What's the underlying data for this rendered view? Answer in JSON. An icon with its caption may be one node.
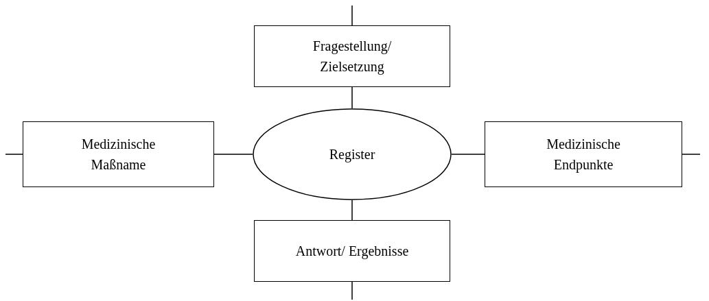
{
  "diagram": {
    "nodes": [
      {
        "text": [
          "Fragestellung/ Zielsetzung"
        ]
      },
      {
        "text": [
          "Medizinische Maßname"
        ]
      },
      {
        "text": [
          "Register"
        ]
      },
      {
        "text": [
          "Medizinische Endpunkte"
        ]
      },
      {
        "text": [
          "Antwort/ Ergebnisse"
        ]
      }
    ],
    "edges": [
      {
        "from": null,
        "to": 0,
        "arrow": "none"
      },
      {
        "from": 0,
        "to": 2,
        "arrow": "none"
      },
      {
        "from": null,
        "to": 1,
        "arrow": "none"
      },
      {
        "from": 1,
        "to": 2,
        "arrow": "none"
      },
      {
        "from": 2,
        "to": 3,
        "arrow": "none"
      },
      {
        "from": 3,
        "to": null,
        "arrow": "none"
      },
      {
        "from": 2,
        "to": 4,
        "arrow": "none"
      },
      {
        "from": 4,
        "to": null,
        "arrow": "none"
      }
    ]
  }
}
